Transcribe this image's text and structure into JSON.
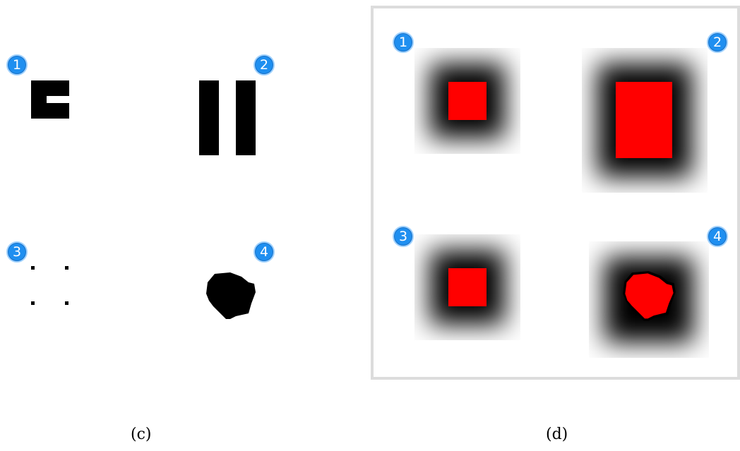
{
  "panels": {
    "c": {
      "caption": "(c)",
      "badges": [
        "1",
        "2",
        "3",
        "4"
      ]
    },
    "d": {
      "caption": "(d)",
      "badges": [
        "1",
        "2",
        "3",
        "4"
      ],
      "highlight_color": "#ff0000",
      "halo_color": "#000000"
    }
  },
  "colors": {
    "badge_fill": "#1f8ff0",
    "badge_text": "#ffffff",
    "frame_border": "#dcdcdc"
  }
}
